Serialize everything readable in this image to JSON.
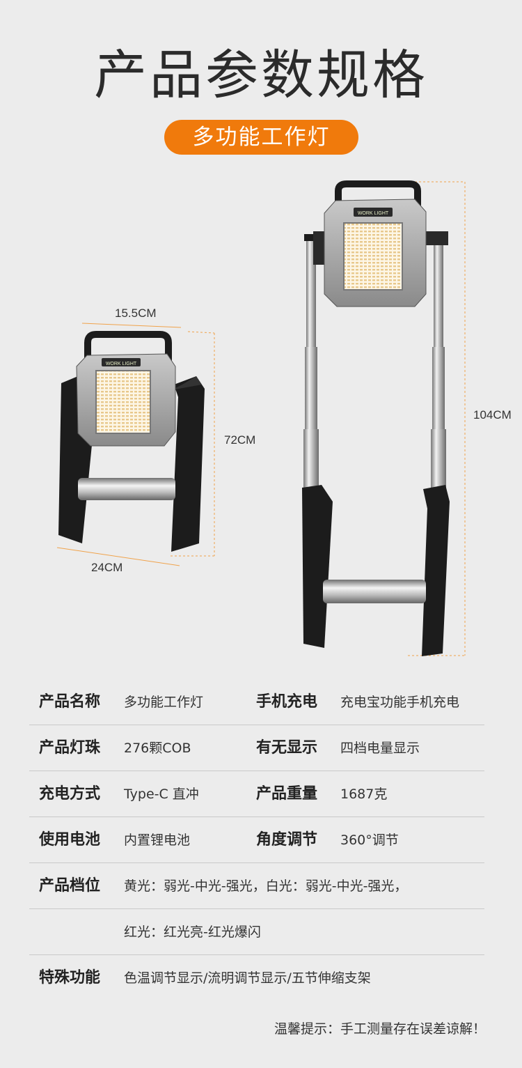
{
  "title": "产品参数规格",
  "badge": "多功能工作灯",
  "dimensions": {
    "small_width": "15.5CM",
    "small_height": "72CM",
    "small_depth": "24CM",
    "tall_height": "104CM"
  },
  "lamp_label": "WORK LIGHT",
  "specs": [
    {
      "label1": "产品名称",
      "value1": "多功能工作灯",
      "label2": "手机充电",
      "value2": "充电宝功能手机充电"
    },
    {
      "label1": "产品灯珠",
      "value1": "276颗COB",
      "label2": "有无显示",
      "value2": "四档电量显示"
    },
    {
      "label1": "充电方式",
      "value1": "Type-C 直冲",
      "label2": "产品重量",
      "value2": "1687克"
    },
    {
      "label1": "使用电池",
      "value1": "内置锂电池",
      "label2": "角度调节",
      "value2": "360°调节"
    }
  ],
  "modes": {
    "label": "产品档位",
    "line1": "黄光：弱光-中光-强光，白光：弱光-中光-强光，",
    "line2": "红光：红光亮-红光爆闪"
  },
  "special": {
    "label": "特殊功能",
    "value": "色温调节显示/流明调节显示/五节伸缩支架"
  },
  "note": "温馨提示：手工测量存在误差谅解！",
  "colors": {
    "accent": "#f07a0c",
    "background": "#ececec",
    "dimension_line": "#f0a24a"
  }
}
